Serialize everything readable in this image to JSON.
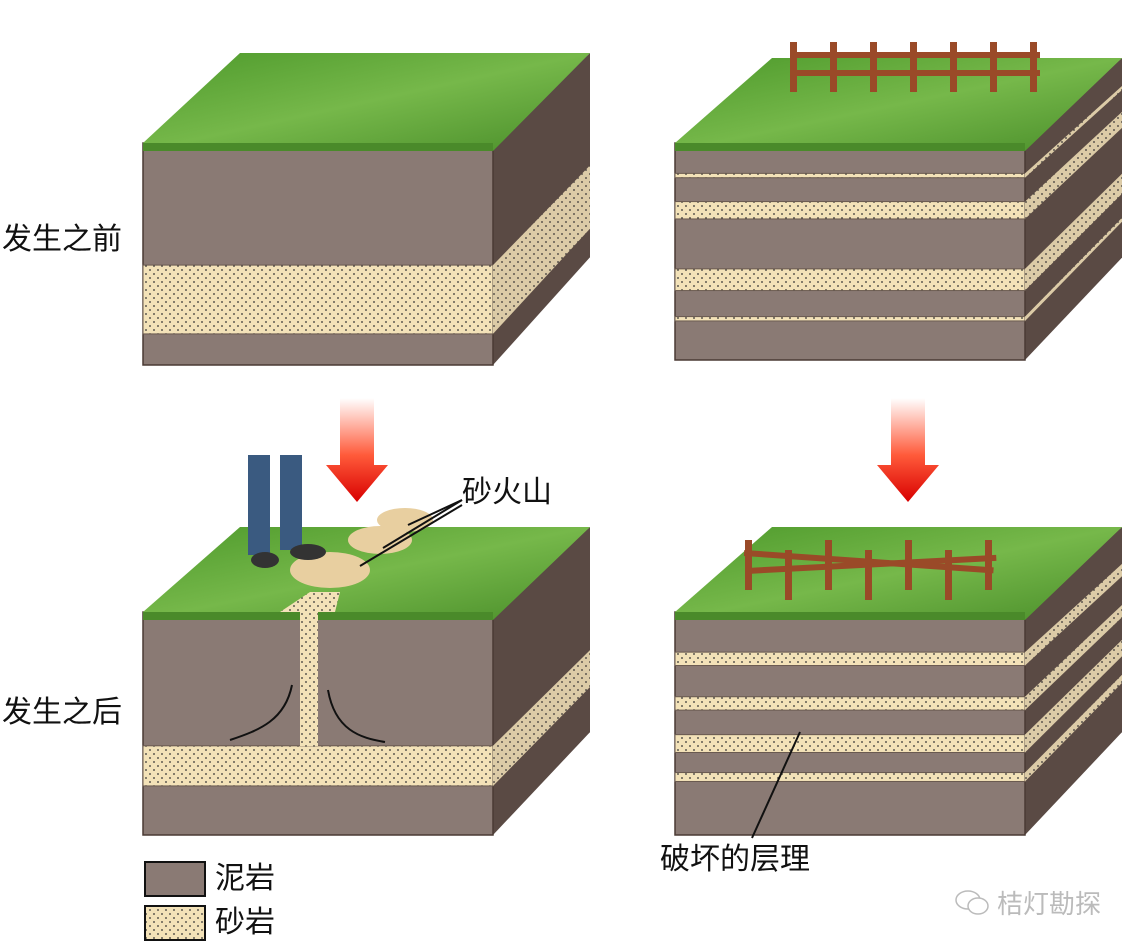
{
  "labels": {
    "before": "发生之前",
    "after": "发生之后",
    "sand_volcano": "砂火山",
    "disrupted_bedding": "破坏的层理"
  },
  "legend": [
    {
      "label": "泥岩",
      "pattern": "mudstone"
    },
    {
      "label": "砂岩",
      "pattern": "sandstone"
    }
  ],
  "watermark": {
    "text": "桔灯勘探",
    "icon": "wechat-icon"
  },
  "colors": {
    "mud": "#8a7a74",
    "mud_dark": "#5a4a44",
    "sand": "#f3e2b8",
    "grass": "#5fa83a",
    "arrow_top": "#ffffff",
    "arrow_bottom": "#e00000",
    "fence": "#9a4a28"
  }
}
